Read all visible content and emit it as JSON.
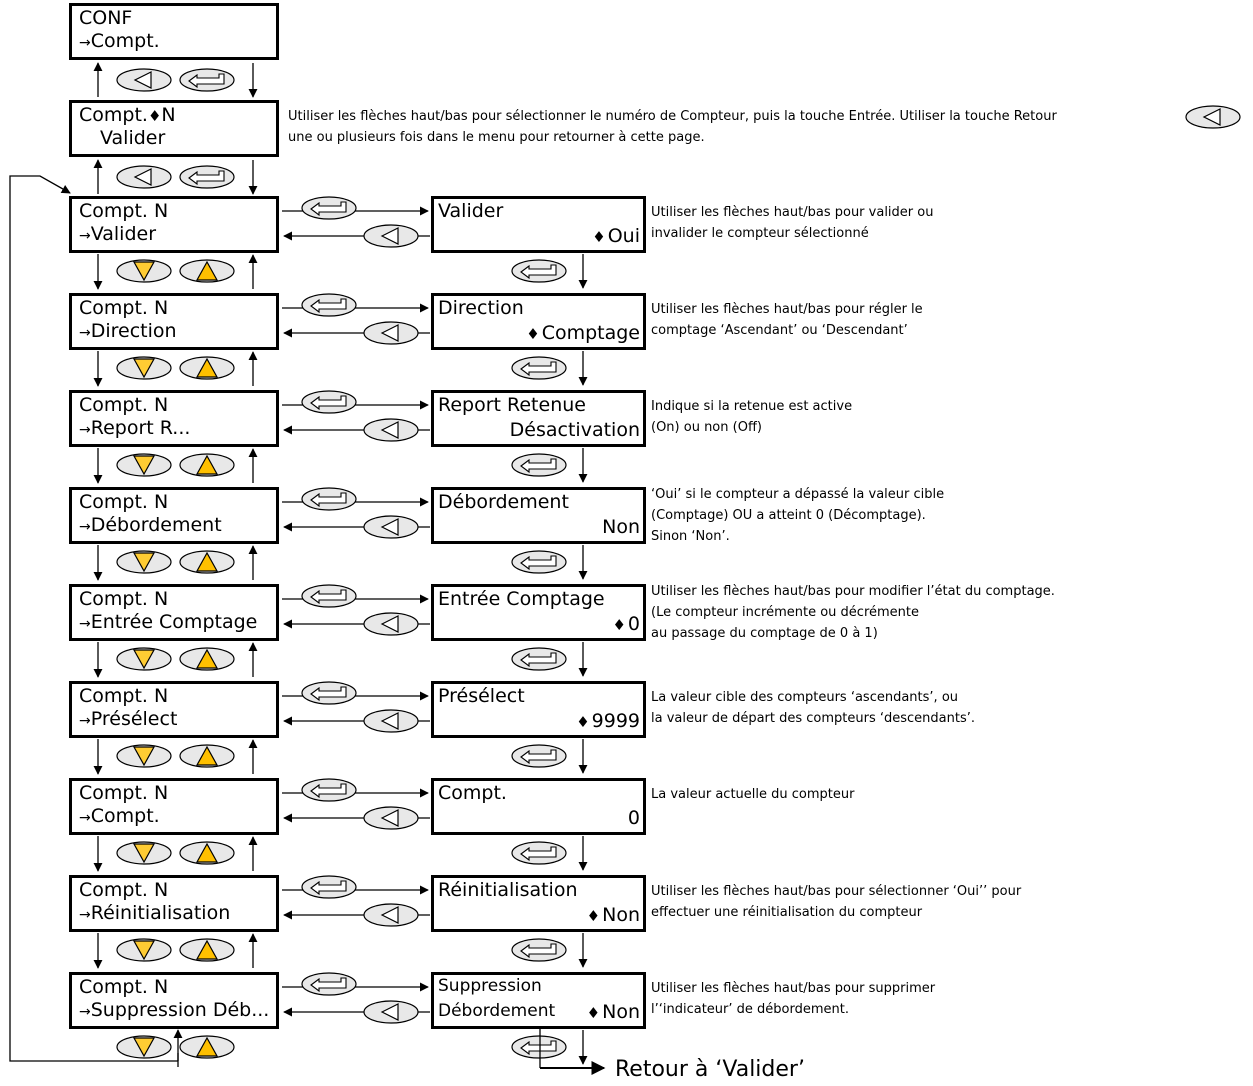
{
  "conf": {
    "line1": "CONF",
    "line2": "Compt."
  },
  "select": {
    "line1": "Compt.",
    "line1b": "N",
    "line2": "Valider",
    "note": "Utiliser les flèches haut/bas pour sélectionner le numéro de Compteur, puis la touche Entrée.  Utiliser la touche Retour",
    "note2": "une ou plusieurs fois dans le menu pour retourner à cette page."
  },
  "rows": [
    {
      "left_title": "Compt.  N",
      "left_item": "Valider",
      "right_title": "Valider",
      "right_value": "Oui",
      "arrows": true,
      "note": [
        "Utiliser les flèches haut/bas pour valider ou",
        "invalider le compteur sélectionné"
      ]
    },
    {
      "left_title": "Compt.  N",
      "left_item": "Direction",
      "right_title": "Direction",
      "right_value": "Comptage",
      "arrows": true,
      "note": [
        "Utiliser les flèches haut/bas pour régler le",
        "comptage ‘Ascendant’ ou ‘Descendant’"
      ]
    },
    {
      "left_title": "Compt.  N",
      "left_item": "Report R...",
      "right_title": "Report Retenue",
      "right_value": "Désactivation",
      "arrows": false,
      "note": [
        "Indique si la retenue est active",
        "(On) ou non (Off)"
      ]
    },
    {
      "left_title": "Compt.  N",
      "left_item": "Débordement",
      "right_title": "Débordement",
      "right_value": "Non",
      "arrows": false,
      "note": [
        "‘Oui’ si le compteur a dépassé la valeur cible",
        "(Comptage) OU a atteint 0 (Décomptage).",
        "Sinon ‘Non’."
      ]
    },
    {
      "left_title": "Compt.  N",
      "left_item": "Entrée Comptage",
      "right_title": "Entrée Comptage",
      "right_value": "0",
      "arrows": true,
      "note": [
        "Utiliser les flèches haut/bas pour modifier l’état du comptage.",
        "(Le compteur incrémente ou décrémente",
        "au passage du comptage de 0 à 1)"
      ]
    },
    {
      "left_title": "Compt.  N",
      "left_item": "Présélect",
      "right_title": "Présélect",
      "right_value": "9999",
      "arrows": true,
      "note": [
        "La valeur cible des compteurs ‘ascendants’, ou",
        "la valeur de départ des compteurs ‘descendants’."
      ]
    },
    {
      "left_title": "Compt.  N",
      "left_item": "Compt.",
      "right_title": "Compt.",
      "right_value": "0",
      "arrows": false,
      "note": [
        "",
        "La valeur actuelle du compteur"
      ]
    },
    {
      "left_title": "Compt.  N",
      "left_item": "Réinitialisation",
      "right_title": "Réinitialisation",
      "right_value": "Non",
      "arrows": true,
      "note": [
        "Utiliser les flèches haut/bas pour sélectionner ‘Oui’’ pour",
        "effectuer une réinitialisation du compteur"
      ]
    },
    {
      "left_title": "Compt.  N",
      "left_item": "Suppression Déb...",
      "right_title": "Suppression",
      "right_title2": "Débordement",
      "right_value": "Non",
      "arrows": true,
      "note": [
        "Utiliser les flèches haut/bas pour supprimer",
        "l’‘indicateur’ de débordement."
      ]
    }
  ],
  "return_label": "Retour à ‘Valider’",
  "arrow_glyph": "→",
  "colors": {
    "down_button": "#ffcc33",
    "up_button": "#ffc000",
    "key": "#e8e8e8"
  },
  "icons": [
    "back-key-icon",
    "enter-key-icon",
    "down-key-icon",
    "up-key-icon",
    "updown-arrows-icon"
  ]
}
